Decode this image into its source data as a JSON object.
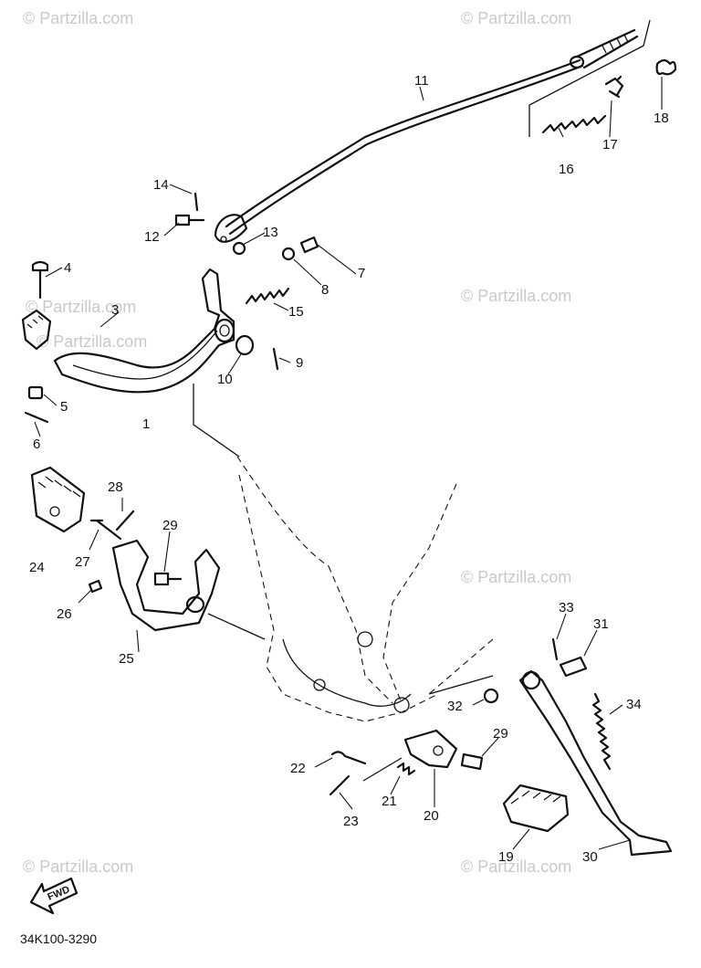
{
  "watermarks": [
    "© Partzilla.com",
    "© Partzilla.com",
    "© Partzilla.com",
    "© Partzilla.com",
    "© Partzilla.com",
    "© Partzilla.com",
    "© Partzilla.com",
    "© Partzilla.com"
  ],
  "callouts": {
    "c1": "1",
    "c3": "3",
    "c4": "4",
    "c5": "5",
    "c6": "6",
    "c7": "7",
    "c8": "8",
    "c9": "9",
    "c10": "10",
    "c11": "11",
    "c12": "12",
    "c13": "13",
    "c14": "14",
    "c15": "15",
    "c16": "16",
    "c17": "17",
    "c18": "18",
    "c19": "19",
    "c20": "20",
    "c21": "21",
    "c22": "22",
    "c23": "23",
    "c24": "24",
    "c25": "25",
    "c26": "26",
    "c27": "27",
    "c28": "28",
    "c29a": "29",
    "c29b": "29",
    "c30": "30",
    "c31": "31",
    "c32": "32",
    "c33": "33",
    "c34": "34"
  },
  "fwd_label": "FWD",
  "diagram_code": "34K100-3290"
}
